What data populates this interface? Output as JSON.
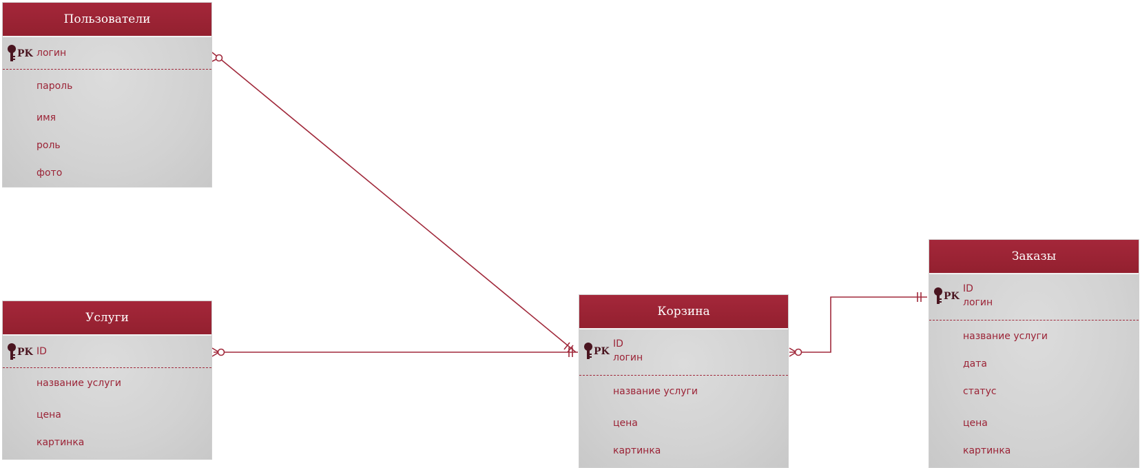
{
  "entities": {
    "users": {
      "title": "Пользователи",
      "pk_label": "PK",
      "pk_fields": [
        "логин"
      ],
      "attributes": [
        "пароль",
        "имя",
        "роль",
        "фото"
      ]
    },
    "services": {
      "title": "Услуги",
      "pk_label": "PK",
      "pk_fields": [
        "ID"
      ],
      "attributes": [
        "название услуги",
        "цена",
        "картинка"
      ]
    },
    "cart": {
      "title": "Корзина",
      "pk_label": "PK",
      "pk_fields": [
        "ID",
        "логин"
      ],
      "attributes": [
        "название услуги",
        "цена",
        "картинка"
      ]
    },
    "orders": {
      "title": "Заказы",
      "pk_label": "PK",
      "pk_fields": [
        "ID",
        "логин"
      ],
      "attributes": [
        "название услуги",
        "дата",
        "статус",
        "цена",
        "картинка"
      ]
    }
  },
  "relationships": [
    {
      "from": "users",
      "from_end": "zero-or-many",
      "to": "cart",
      "to_end": "one-and-only-one"
    },
    {
      "from": "services",
      "from_end": "zero-or-many",
      "to": "cart",
      "to_end": "one-and-only-one"
    },
    {
      "from": "cart",
      "from_end": "zero-or-many",
      "to": "orders",
      "to_end": "one-and-only-one"
    }
  ],
  "colors": {
    "header": "#9b2336",
    "field_text": "#9b2336",
    "line": "#a0283a",
    "key_icon": "#4a1520",
    "body": "#d4d4d4"
  }
}
